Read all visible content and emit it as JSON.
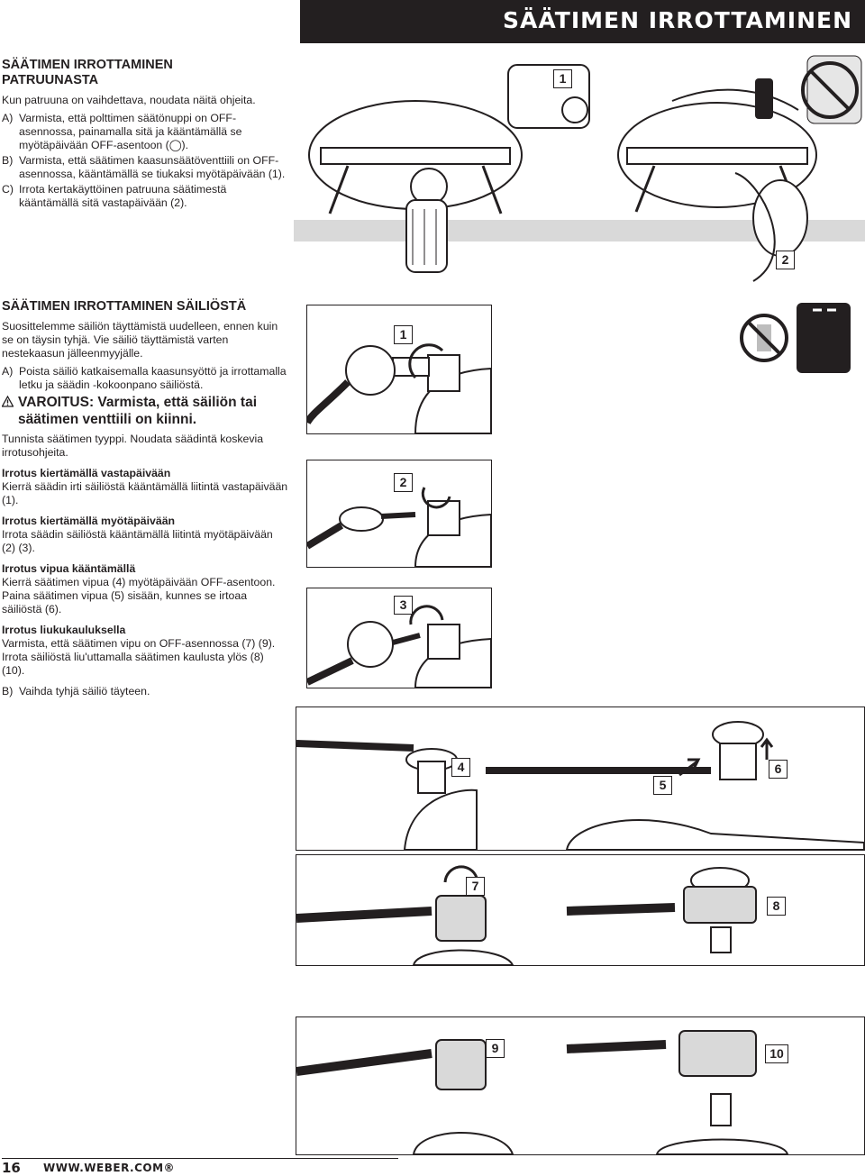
{
  "header": {
    "title": "SÄÄTIMEN IRROTTAMINEN"
  },
  "cartridge": {
    "title_line1": "SÄÄTIMEN IRROTTAMINEN",
    "title_line2": "PATRUUNASTA",
    "intro": "Kun patruuna on vaihdettava, noudata näitä ohjeita.",
    "items": [
      {
        "label": "A)",
        "text": "Varmista, että polttimen säätönuppi on OFF-asennossa, painamalla sitä ja kääntämällä se myötäpäivään OFF-asentoon (◯)."
      },
      {
        "label": "B)",
        "text": "Varmista, että säätimen kaasunsäätöventtiili on OFF-asennossa, kääntämällä se tiukaksi myötäpäivään (1)."
      },
      {
        "label": "C)",
        "text": "Irrota kertakäyttöinen patruuna säätimestä kääntämällä sitä vastapäivään (2)."
      }
    ]
  },
  "tank": {
    "title": "SÄÄTIMEN IRROTTAMINEN SÄILIÖSTÄ",
    "intro": "Suosittelemme säiliön täyttämistä uudelleen, ennen kuin se on täysin tyhjä. Vie säiliö täyttämistä varten nestekaasun jälleenmyyjälle.",
    "item_a_label": "A)",
    "item_a_text": "Poista säiliö katkaisemalla kaasunsyöttö ja irrottamalla letku ja säädin -kokoonpano säiliöstä.",
    "warning": "VAROITUS: Varmista, että säiliön tai säätimen venttiili on kiinni.",
    "identify": "Tunnista säätimen tyyppi. Noudata säädintä koskevia irrotusohjeita.",
    "methods": [
      {
        "title": "Irrotus kiertämällä vastapäivään",
        "text": "Kierrä säädin irti säiliöstä kääntämällä liitintä vastapäivään (1)."
      },
      {
        "title": "Irrotus kiertämällä myötäpäivään",
        "text": "Irrota säädin säiliöstä kääntämällä liitintä myötäpäivään (2) (3)."
      },
      {
        "title": "Irrotus vipua kääntämällä",
        "text": "Kierrä säätimen vipua (4) myötäpäivään OFF-asentoon. Paina säätimen vipua (5) sisään, kunnes se irtoaa säiliöstä (6)."
      },
      {
        "title": "Irrotus liukukauluksella",
        "text": "Varmista, että säätimen vipu on OFF-asennossa (7) (9). Irrota säiliöstä liu'uttamalla säätimen kaulusta ylös (8) (10)."
      }
    ],
    "item_b_label": "B)",
    "item_b_text": "Vaihda tyhjä säiliö täyteen."
  },
  "callouts": {
    "c1": "1",
    "c2": "2",
    "t1": "1",
    "t2": "2",
    "t3": "3",
    "s4": "4",
    "s5": "5",
    "s6": "6",
    "s7": "7",
    "s8": "8",
    "s9": "9",
    "s10": "10"
  },
  "footer": {
    "page": "16",
    "url": "WWW.WEBER.COM®"
  }
}
